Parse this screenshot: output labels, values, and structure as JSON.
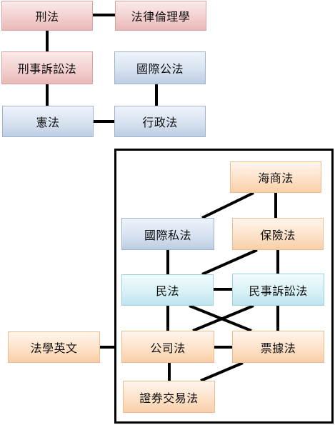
{
  "nodes": {
    "criminal_law": "刑法",
    "legal_ethics": "法律倫理學",
    "criminal_procedure": "刑事訴訟法",
    "public_international_law": "國際公法",
    "constitutional_law": "憲法",
    "administrative_law": "行政法",
    "maritime_law": "海商法",
    "private_international_law": "國際私法",
    "insurance_law": "保險法",
    "civil_law": "民法",
    "civil_procedure": "民事訴訟法",
    "company_law": "公司法",
    "negotiable_instruments_law": "票據法",
    "securities_exchange_law": "證券交易法",
    "legal_english": "法學英文"
  },
  "colors": {
    "red_fill": "#f3cfcf",
    "blue_fill": "#d7e2f0",
    "orange_fill": "#fde2c9",
    "aqua_fill": "#d8f1f6",
    "connector": "#000000"
  }
}
